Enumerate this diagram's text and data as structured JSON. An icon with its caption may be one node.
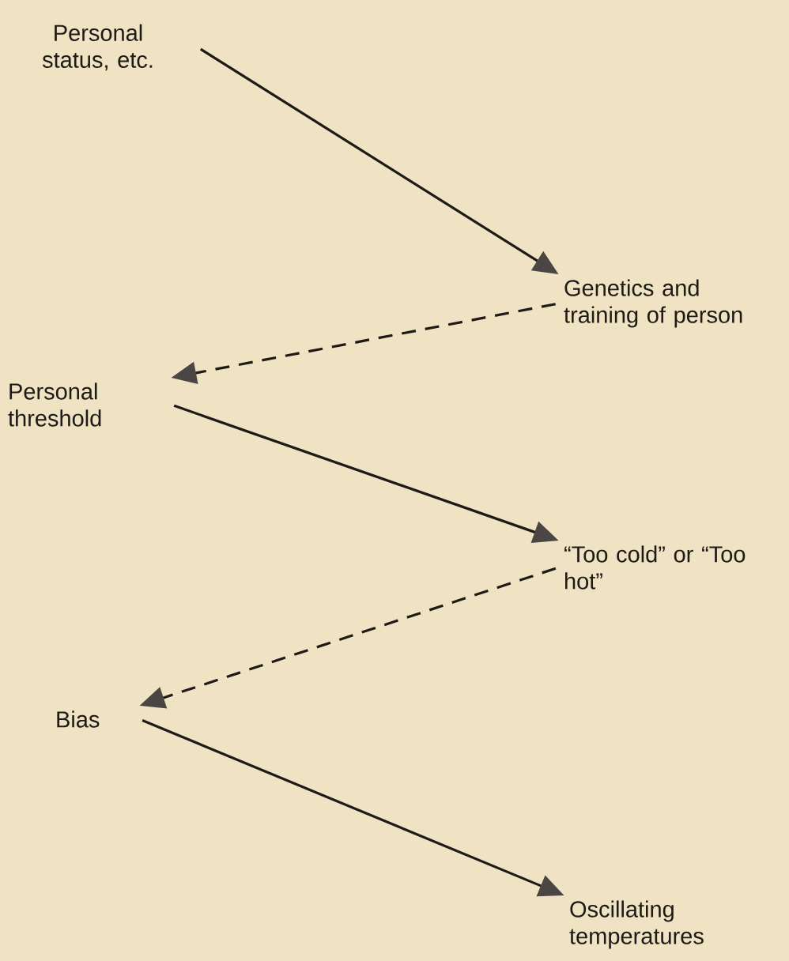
{
  "diagram": {
    "nodes": [
      {
        "text": [
          "Personal status, etc."
        ]
      },
      {
        "text": [
          "Genetics and training of person"
        ]
      },
      {
        "text": [
          "Personal threshold"
        ]
      },
      {
        "text": [
          "“Too cold” or “Too hot”"
        ]
      },
      {
        "text": [
          "Bias"
        ]
      },
      {
        "text": [
          "Oscillating temperatures"
        ]
      }
    ],
    "edges": [
      {
        "from": 0,
        "to": 1,
        "arrow": "to"
      },
      {
        "from": 1,
        "to": 2,
        "arrow": "to",
        "style": "dashed"
      },
      {
        "from": 2,
        "to": 3,
        "arrow": "to"
      },
      {
        "from": 3,
        "to": 4,
        "arrow": "to",
        "style": "dashed"
      },
      {
        "from": 4,
        "to": 5,
        "arrow": "to"
      }
    ]
  }
}
